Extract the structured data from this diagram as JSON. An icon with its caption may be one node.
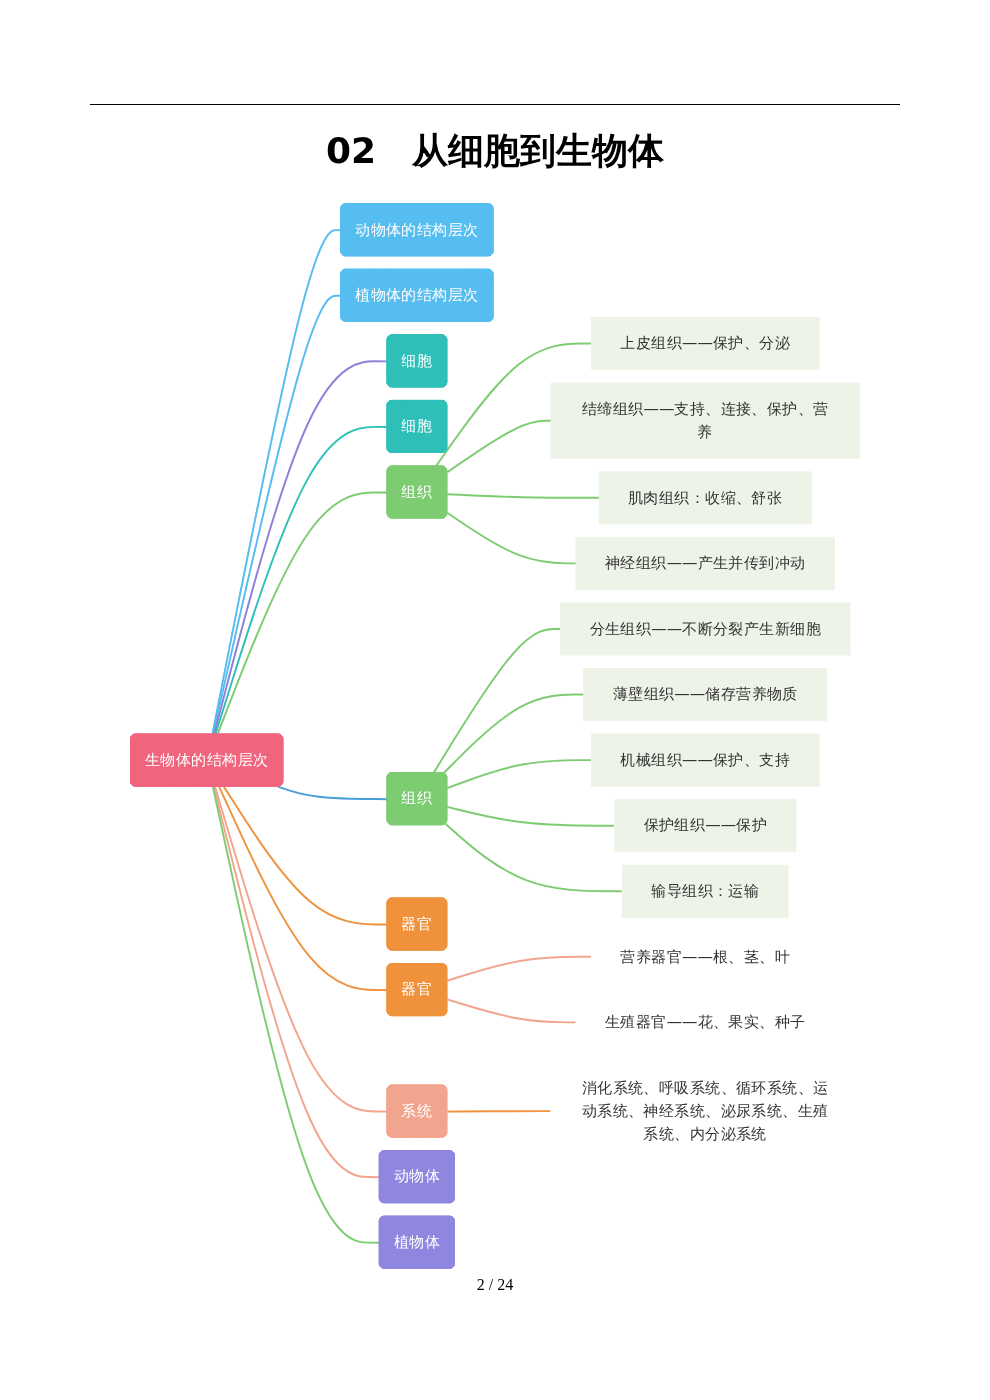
{
  "diagram": {
    "title": "02　从细胞到生物体",
    "nodes": [
      {
        "text": [
          "生物体的结构层次"
        ]
      },
      {
        "text": [
          "动物体的结构层次"
        ]
      },
      {
        "text": [
          "植物体的结构层次"
        ]
      },
      {
        "text": [
          "细胞"
        ]
      },
      {
        "text": [
          "细胞"
        ]
      },
      {
        "text": [
          "组织"
        ]
      },
      {
        "text": [
          "组织"
        ]
      },
      {
        "text": [
          "上皮组织——保护、分泌"
        ]
      },
      {
        "text": [
          "结缔组织——支持、连接、保护、营养"
        ]
      },
      {
        "text": [
          "肌肉组织：收缩、舒张"
        ]
      },
      {
        "text": [
          "神经组织——产生并传到冲动"
        ]
      },
      {
        "text": [
          "分生组织——不断分裂产生新细胞"
        ]
      },
      {
        "text": [
          "薄壁组织——储存营养物质"
        ]
      },
      {
        "text": [
          "机械组织——保护、支持"
        ]
      },
      {
        "text": [
          "保护组织——保护"
        ]
      },
      {
        "text": [
          "输导组织：运输"
        ]
      },
      {
        "text": [
          "器官"
        ]
      },
      {
        "text": [
          "器官"
        ]
      },
      {
        "text": [
          "营养器官——根、茎、叶"
        ]
      },
      {
        "text": [
          "生殖器官——花、果实、种子"
        ]
      },
      {
        "text": [
          "系统"
        ]
      },
      {
        "text": [
          "消化系统、呼吸系统、循环系统、运动系统、神经系统、泌尿系统、生殖系统、内分泌系统"
        ]
      },
      {
        "text": [
          "动物体"
        ]
      },
      {
        "text": [
          "植物体"
        ]
      }
    ],
    "edges": [
      {
        "from": 0,
        "to": 1,
        "arrow": "none",
        "color": "#55bdf0"
      },
      {
        "from": 0,
        "to": 2,
        "arrow": "none",
        "color": "#55bdf0"
      },
      {
        "from": 0,
        "to": 3,
        "arrow": "none",
        "color": "#8f7fd8"
      },
      {
        "from": 0,
        "to": 4,
        "arrow": "none",
        "color": "#2ebfb8"
      },
      {
        "from": 0,
        "to": 5,
        "arrow": "none"
      },
      {
        "from": 0,
        "to": 6,
        "arrow": "none",
        "color": "#4a9fd8"
      },
      {
        "from": 5,
        "to": 7,
        "arrow": "none"
      },
      {
        "from": 5,
        "to": 8,
        "arrow": "none"
      },
      {
        "from": 5,
        "to": 9,
        "arrow": "none"
      },
      {
        "from": 5,
        "to": 10,
        "arrow": "none"
      },
      {
        "from": 6,
        "to": 11,
        "arrow": "none"
      },
      {
        "from": 6,
        "to": 12,
        "arrow": "none"
      },
      {
        "from": 6,
        "to": 13,
        "arrow": "none"
      },
      {
        "from": 6,
        "to": 14,
        "arrow": "none"
      },
      {
        "from": 6,
        "to": 15,
        "arrow": "none"
      },
      {
        "from": 0,
        "to": 16,
        "arrow": "none",
        "color": "#f0923c"
      },
      {
        "from": 0,
        "to": 17,
        "arrow": "none",
        "color": "#f0923c"
      },
      {
        "from": 17,
        "to": 18,
        "arrow": "none",
        "color": "#f2a58e"
      },
      {
        "from": 17,
        "to": 19,
        "arrow": "none",
        "color": "#f2a58e"
      },
      {
        "from": 0,
        "to": 20,
        "arrow": "none",
        "color": "#f2a58e"
      },
      {
        "from": 20,
        "to": 21,
        "arrow": "none",
        "color": "#f0923c"
      },
      {
        "from": 0,
        "to": 22,
        "arrow": "none",
        "color": "#f2a58e"
      },
      {
        "from": 0,
        "to": 23,
        "arrow": "none"
      }
    ],
    "labels": [
      "2 / 24"
    ]
  }
}
